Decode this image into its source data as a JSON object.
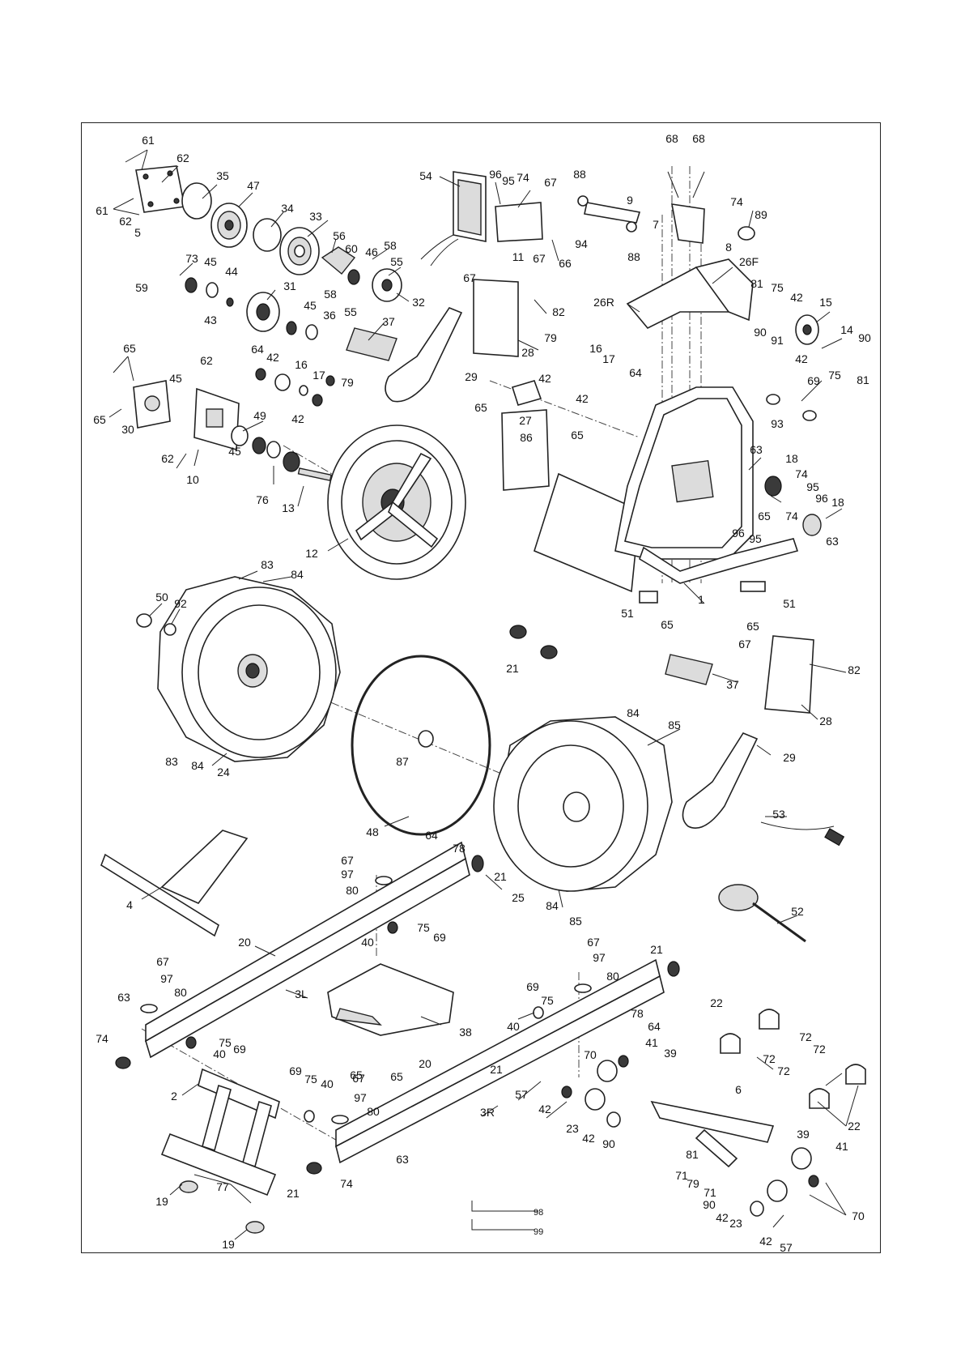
{
  "diagram": {
    "labels": [
      {
        "id": "61a",
        "text": "61"
      },
      {
        "id": "62a",
        "text": "62"
      },
      {
        "id": "61b",
        "text": "61"
      },
      {
        "id": "62b",
        "text": "62"
      },
      {
        "id": "5",
        "text": "5"
      },
      {
        "id": "35",
        "text": "35"
      },
      {
        "id": "47",
        "text": "47"
      },
      {
        "id": "34",
        "text": "34"
      },
      {
        "id": "33",
        "text": "33"
      },
      {
        "id": "56",
        "text": "56"
      },
      {
        "id": "60",
        "text": "60"
      },
      {
        "id": "46",
        "text": "46"
      },
      {
        "id": "58a",
        "text": "58"
      },
      {
        "id": "55a",
        "text": "55"
      },
      {
        "id": "58b",
        "text": "58"
      },
      {
        "id": "55b",
        "text": "55"
      },
      {
        "id": "32",
        "text": "32"
      },
      {
        "id": "73",
        "text": "73"
      },
      {
        "id": "45a",
        "text": "45"
      },
      {
        "id": "44",
        "text": "44"
      },
      {
        "id": "59",
        "text": "59"
      },
      {
        "id": "31",
        "text": "31"
      },
      {
        "id": "43",
        "text": "43"
      },
      {
        "id": "45b",
        "text": "45"
      },
      {
        "id": "36",
        "text": "36"
      },
      {
        "id": "37a",
        "text": "37"
      },
      {
        "id": "54",
        "text": "54"
      },
      {
        "id": "96a",
        "text": "96"
      },
      {
        "id": "95a",
        "text": "95"
      },
      {
        "id": "74a",
        "text": "74"
      },
      {
        "id": "67a",
        "text": "67"
      },
      {
        "id": "11",
        "text": "11"
      },
      {
        "id": "67b",
        "text": "67"
      },
      {
        "id": "66",
        "text": "66"
      },
      {
        "id": "88a",
        "text": "88"
      },
      {
        "id": "9",
        "text": "9"
      },
      {
        "id": "94",
        "text": "94"
      },
      {
        "id": "88b",
        "text": "88"
      },
      {
        "id": "68a",
        "text": "68"
      },
      {
        "id": "68b",
        "text": "68"
      },
      {
        "id": "7",
        "text": "7"
      },
      {
        "id": "74b",
        "text": "74"
      },
      {
        "id": "89",
        "text": "89"
      },
      {
        "id": "8",
        "text": "8"
      },
      {
        "id": "26F",
        "text": "26F"
      },
      {
        "id": "26R",
        "text": "26R"
      },
      {
        "id": "67c",
        "text": "67"
      },
      {
        "id": "82a",
        "text": "82"
      },
      {
        "id": "28a",
        "text": "28"
      },
      {
        "id": "29a",
        "text": "29"
      },
      {
        "id": "81a",
        "text": "81"
      },
      {
        "id": "75a",
        "text": "75"
      },
      {
        "id": "42a",
        "text": "42"
      },
      {
        "id": "15",
        "text": "15"
      },
      {
        "id": "90a",
        "text": "90"
      },
      {
        "id": "91",
        "text": "91"
      },
      {
        "id": "14",
        "text": "14"
      },
      {
        "id": "90b",
        "text": "90"
      },
      {
        "id": "42b",
        "text": "42"
      },
      {
        "id": "75b",
        "text": "75"
      },
      {
        "id": "81b",
        "text": "81"
      },
      {
        "id": "65a",
        "text": "65"
      },
      {
        "id": "62c",
        "text": "62"
      },
      {
        "id": "64a",
        "text": "64"
      },
      {
        "id": "42c",
        "text": "42"
      },
      {
        "id": "16a",
        "text": "16"
      },
      {
        "id": "17a",
        "text": "17"
      },
      {
        "id": "79a",
        "text": "79"
      },
      {
        "id": "45c",
        "text": "45"
      },
      {
        "id": "42d",
        "text": "42"
      },
      {
        "id": "65b",
        "text": "65"
      },
      {
        "id": "30",
        "text": "30"
      },
      {
        "id": "49",
        "text": "49"
      },
      {
        "id": "62d",
        "text": "62"
      },
      {
        "id": "45d",
        "text": "45"
      },
      {
        "id": "10",
        "text": "10"
      },
      {
        "id": "76",
        "text": "76"
      },
      {
        "id": "13",
        "text": "13"
      },
      {
        "id": "79b",
        "text": "79"
      },
      {
        "id": "16b",
        "text": "16"
      },
      {
        "id": "17b",
        "text": "17"
      },
      {
        "id": "42e",
        "text": "42"
      },
      {
        "id": "42f",
        "text": "42"
      },
      {
        "id": "64b",
        "text": "64"
      },
      {
        "id": "65c",
        "text": "65"
      },
      {
        "id": "27",
        "text": "27"
      },
      {
        "id": "86",
        "text": "86"
      },
      {
        "id": "65d",
        "text": "65"
      },
      {
        "id": "69a",
        "text": "69"
      },
      {
        "id": "93",
        "text": "93"
      },
      {
        "id": "12",
        "text": "12"
      },
      {
        "id": "63a",
        "text": "63"
      },
      {
        "id": "18a",
        "text": "18"
      },
      {
        "id": "74c",
        "text": "74"
      },
      {
        "id": "95b",
        "text": "95"
      },
      {
        "id": "96b",
        "text": "96"
      },
      {
        "id": "18b",
        "text": "18"
      },
      {
        "id": "65e",
        "text": "65"
      },
      {
        "id": "96c",
        "text": "96"
      },
      {
        "id": "95c",
        "text": "95"
      },
      {
        "id": "74d",
        "text": "74"
      },
      {
        "id": "63b",
        "text": "63"
      },
      {
        "id": "83a",
        "text": "83"
      },
      {
        "id": "84a",
        "text": "84"
      },
      {
        "id": "50",
        "text": "50"
      },
      {
        "id": "92",
        "text": "92"
      },
      {
        "id": "1",
        "text": "1"
      },
      {
        "id": "51a",
        "text": "51"
      },
      {
        "id": "51b",
        "text": "51"
      },
      {
        "id": "65f",
        "text": "65"
      },
      {
        "id": "65g",
        "text": "65"
      },
      {
        "id": "21a",
        "text": "21"
      },
      {
        "id": "67d",
        "text": "67"
      },
      {
        "id": "82b",
        "text": "82"
      },
      {
        "id": "37b",
        "text": "37"
      },
      {
        "id": "28b",
        "text": "28"
      },
      {
        "id": "84b",
        "text": "84"
      },
      {
        "id": "85a",
        "text": "85"
      },
      {
        "id": "29b",
        "text": "29"
      },
      {
        "id": "87",
        "text": "87"
      },
      {
        "id": "83b",
        "text": "83"
      },
      {
        "id": "84c",
        "text": "84"
      },
      {
        "id": "24",
        "text": "24"
      },
      {
        "id": "53",
        "text": "53"
      },
      {
        "id": "48",
        "text": "48"
      },
      {
        "id": "67e",
        "text": "67"
      },
      {
        "id": "64c",
        "text": "64"
      },
      {
        "id": "78a",
        "text": "78"
      },
      {
        "id": "97a",
        "text": "97"
      },
      {
        "id": "21b",
        "text": "21"
      },
      {
        "id": "80a",
        "text": "80"
      },
      {
        "id": "4",
        "text": "4"
      },
      {
        "id": "25",
        "text": "25"
      },
      {
        "id": "84d",
        "text": "84"
      },
      {
        "id": "85b",
        "text": "85"
      },
      {
        "id": "52",
        "text": "52"
      },
      {
        "id": "75c",
        "text": "75"
      },
      {
        "id": "20a",
        "text": "20"
      },
      {
        "id": "40a",
        "text": "40"
      },
      {
        "id": "69b",
        "text": "69"
      },
      {
        "id": "67f",
        "text": "67"
      },
      {
        "id": "21c",
        "text": "21"
      },
      {
        "id": "97b",
        "text": "97"
      },
      {
        "id": "67g",
        "text": "67"
      },
      {
        "id": "97c",
        "text": "97"
      },
      {
        "id": "80b",
        "text": "80"
      },
      {
        "id": "3L",
        "text": "3L"
      },
      {
        "id": "80c",
        "text": "80"
      },
      {
        "id": "63c",
        "text": "63"
      },
      {
        "id": "69c",
        "text": "69"
      },
      {
        "id": "75d",
        "text": "75"
      },
      {
        "id": "38",
        "text": "38"
      },
      {
        "id": "40b",
        "text": "40"
      },
      {
        "id": "78b",
        "text": "78"
      },
      {
        "id": "64d",
        "text": "64"
      },
      {
        "id": "22a",
        "text": "22"
      },
      {
        "id": "72a",
        "text": "72"
      },
      {
        "id": "74e",
        "text": "74"
      },
      {
        "id": "40c",
        "text": "40"
      },
      {
        "id": "75e",
        "text": "75"
      },
      {
        "id": "69d",
        "text": "69"
      },
      {
        "id": "41a",
        "text": "41"
      },
      {
        "id": "70a",
        "text": "70"
      },
      {
        "id": "39a",
        "text": "39"
      },
      {
        "id": "72b",
        "text": "72"
      },
      {
        "id": "72c",
        "text": "72"
      },
      {
        "id": "21d",
        "text": "21"
      },
      {
        "id": "65h",
        "text": "65"
      },
      {
        "id": "65i",
        "text": "65"
      },
      {
        "id": "20b",
        "text": "20"
      },
      {
        "id": "72d",
        "text": "72"
      },
      {
        "id": "69e",
        "text": "69"
      },
      {
        "id": "75f",
        "text": "75"
      },
      {
        "id": "40d",
        "text": "40"
      },
      {
        "id": "67h",
        "text": "67"
      },
      {
        "id": "57a",
        "text": "57"
      },
      {
        "id": "2",
        "text": "2"
      },
      {
        "id": "97d",
        "text": "97"
      },
      {
        "id": "80d",
        "text": "80"
      },
      {
        "id": "6",
        "text": "6"
      },
      {
        "id": "42g",
        "text": "42"
      },
      {
        "id": "3R",
        "text": "3R"
      },
      {
        "id": "22b",
        "text": "22"
      },
      {
        "id": "23a",
        "text": "23"
      },
      {
        "id": "42h",
        "text": "42"
      },
      {
        "id": "90c",
        "text": "90"
      },
      {
        "id": "39b",
        "text": "39"
      },
      {
        "id": "63d",
        "text": "63"
      },
      {
        "id": "41b",
        "text": "41"
      },
      {
        "id": "81c",
        "text": "81"
      },
      {
        "id": "71a",
        "text": "71"
      },
      {
        "id": "79c",
        "text": "79"
      },
      {
        "id": "71b",
        "text": "71"
      },
      {
        "id": "21e",
        "text": "21"
      },
      {
        "id": "74f",
        "text": "74"
      },
      {
        "id": "77",
        "text": "77"
      },
      {
        "id": "19a",
        "text": "19"
      },
      {
        "id": "90d",
        "text": "90"
      },
      {
        "id": "42i",
        "text": "42"
      },
      {
        "id": "23b",
        "text": "23"
      },
      {
        "id": "70b",
        "text": "70"
      },
      {
        "id": "98",
        "text": "98"
      },
      {
        "id": "99",
        "text": "99"
      },
      {
        "id": "19b",
        "text": "19"
      },
      {
        "id": "42j",
        "text": "42"
      },
      {
        "id": "57b",
        "text": "57"
      }
    ]
  }
}
